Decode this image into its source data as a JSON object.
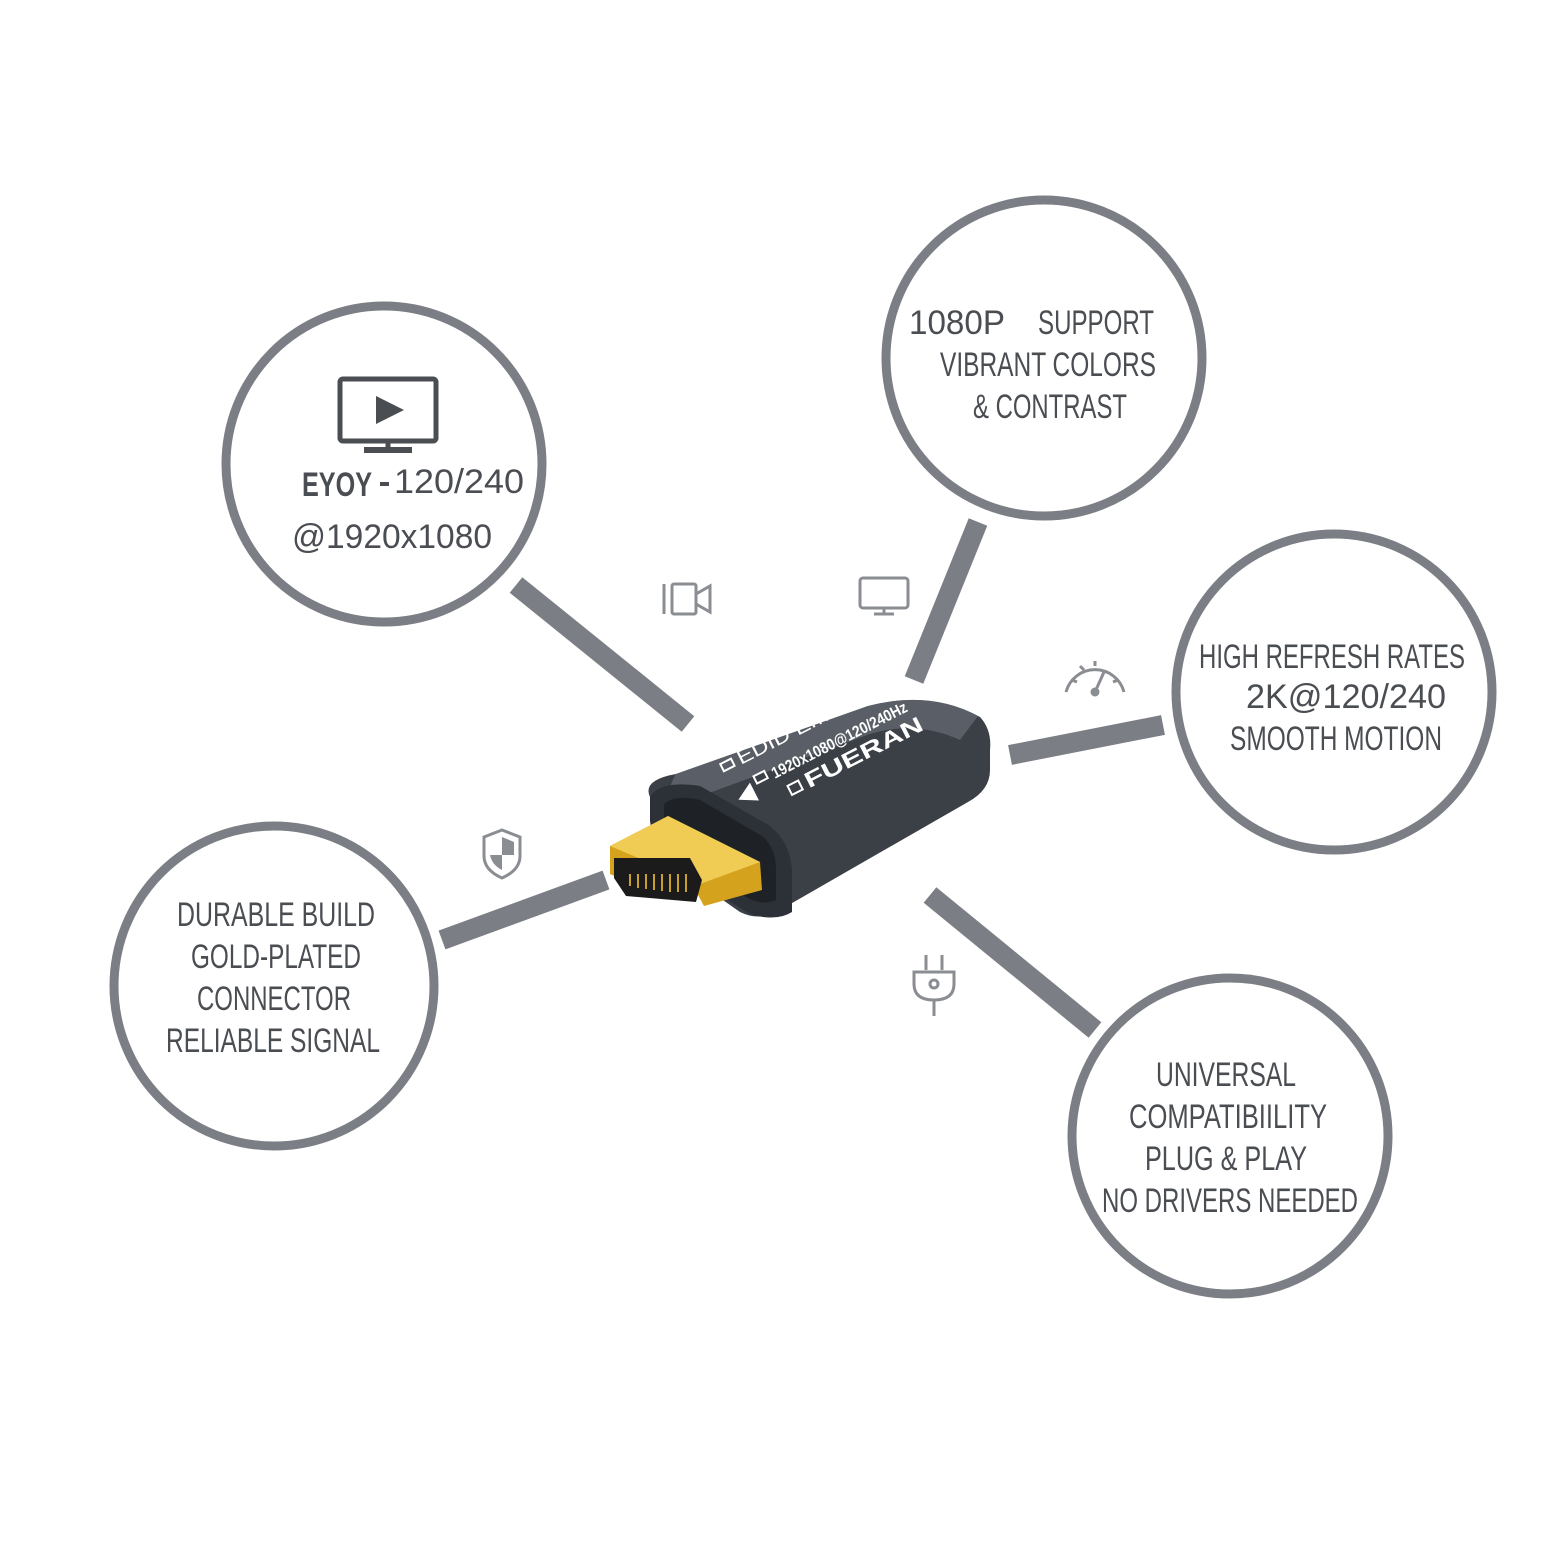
{
  "features": {
    "refresh_eyoy": {
      "brand": "EYOY",
      "line1": "120/240",
      "line2": "@1920x1080",
      "icon": "tv-play-icon"
    },
    "support_1080p": {
      "line1a": "1080P",
      "line1b": "SUPPORT",
      "line2": "VIBRANT COLORS",
      "line3": "& CONTRAST"
    },
    "refresh_rates": {
      "line1": "HIGH REFRESH RATES",
      "line2": "2K@120/240",
      "line3": "SMOOTH MOTION"
    },
    "durable": {
      "line1": "DURABLE BUILD",
      "line2": "GOLD-PLATED",
      "line3": "CONNECTOR",
      "line4": "RELIABLE SIGNAL"
    },
    "universal": {
      "line1": "UNIVERSAL",
      "line2": "COMPATIBIILITY",
      "line3": "PLUG & PLAY",
      "line4": "NO DRIVERS NEEDED"
    }
  },
  "product": {
    "label1": "EDID Emulator",
    "label2": "1920x1080@120/240Hz",
    "brand": "FUERAN"
  },
  "icons": [
    "video-camera-icon",
    "monitor-icon",
    "speedometer-icon",
    "shield-icon",
    "power-plug-icon",
    "tv-play-icon"
  ],
  "colors": {
    "ring": "#7b7f85",
    "text": "#4a4d52",
    "body": "#3b3f46",
    "gold": "#d4a21c"
  }
}
